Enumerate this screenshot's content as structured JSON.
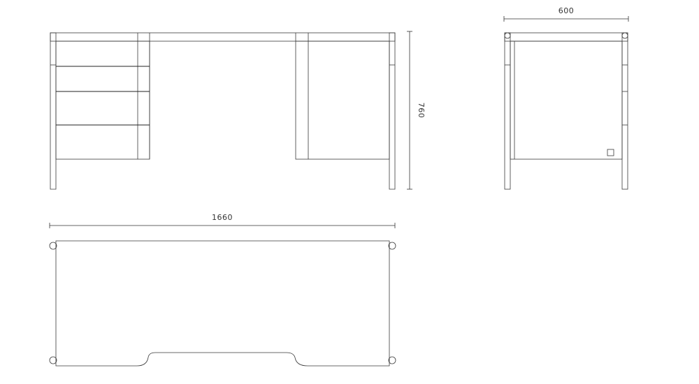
{
  "dimensions": {
    "width": "1660",
    "height": "760",
    "depth": "600"
  },
  "colors": {
    "line": "#3a3a3a",
    "background": "#ffffff"
  }
}
